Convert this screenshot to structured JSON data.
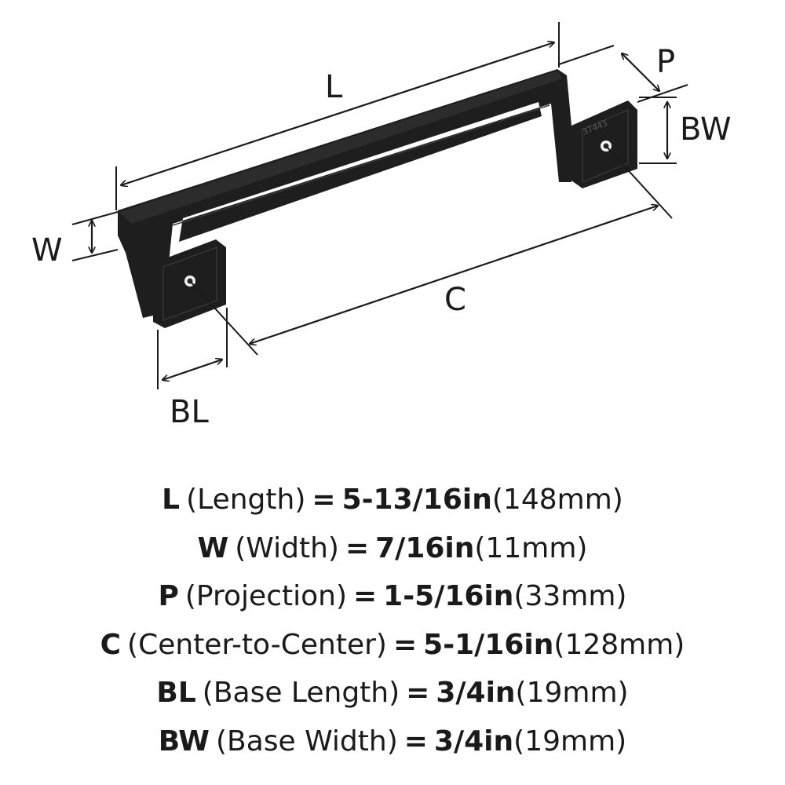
{
  "diagram": {
    "product_marking": "37443",
    "dimension_labels": {
      "L": "L",
      "W": "W",
      "P": "P",
      "BW": "BW",
      "C": "C",
      "BL": "BL"
    },
    "colors": {
      "finish": "#1e1e1e",
      "ink": "#1a1a1a",
      "background": "#ffffff"
    }
  },
  "specs": [
    {
      "code": "L",
      "name": "(Length)",
      "eq": "=",
      "imperial": "5-13/16in",
      "metric": "(148mm)"
    },
    {
      "code": "W",
      "name": "(Width)",
      "eq": "=",
      "imperial": "7/16in",
      "metric": "(11mm)"
    },
    {
      "code": "P",
      "name": "(Projection)",
      "eq": "=",
      "imperial": "1-5/16in",
      "metric": "(33mm)"
    },
    {
      "code": "C",
      "name": "(Center-to-Center)",
      "eq": "=",
      "imperial": "5-1/16in",
      "metric": "(128mm)"
    },
    {
      "code": "BL",
      "name": "(Base Length)",
      "eq": "=",
      "imperial": "3/4in",
      "metric": "(19mm)"
    },
    {
      "code": "BW",
      "name": "(Base Width)",
      "eq": "=",
      "imperial": "3/4in",
      "metric": "(19mm)"
    }
  ]
}
